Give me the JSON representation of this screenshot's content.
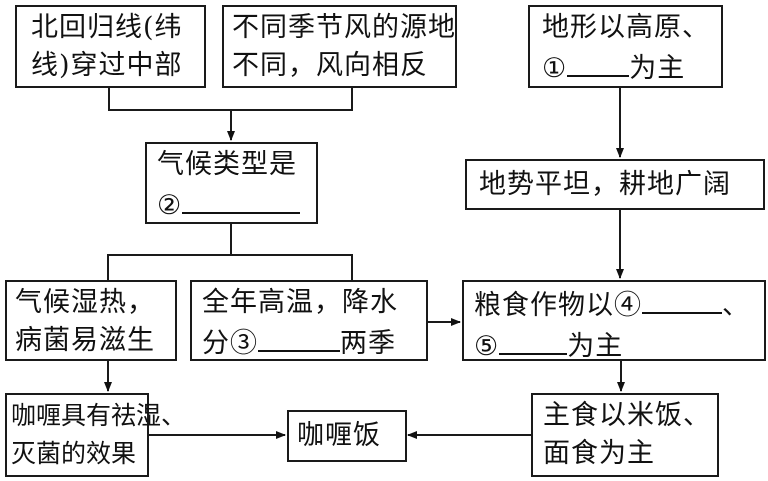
{
  "diagram": {
    "nodes": {
      "tropic": {
        "lines": [
          "北回归线(纬",
          "线)穿过中部"
        ]
      },
      "monsoon": {
        "lines": [
          "不同季节风的源地",
          "不同，风向相反"
        ]
      },
      "terrain": {
        "line1": "地形以高原、",
        "line2_prefix": "①",
        "line2_suffix": "为主"
      },
      "climate": {
        "line1": "气候类型是",
        "line2_prefix": "②"
      },
      "flat": {
        "lines": [
          "地势平坦，耕地广阔"
        ]
      },
      "humid": {
        "lines": [
          "气候湿热，",
          "病菌易滋生"
        ]
      },
      "temp": {
        "line1": "全年高温，降水",
        "line2_prefix": "分③",
        "line2_suffix": "两季"
      },
      "crops": {
        "line1_prefix": "粮食作物以④",
        "line1_suffix": "、",
        "line2_prefix": "⑤",
        "line2_suffix": "为主"
      },
      "curry_effect": {
        "lines": [
          "咖喱具有祛湿、",
          "灭菌的效果"
        ]
      },
      "curry_rice": {
        "lines": [
          "咖喱饭"
        ]
      },
      "staple": {
        "lines": [
          "主食以米饭、",
          "面食为主"
        ]
      }
    },
    "edges": [
      [
        "tropic",
        "climate"
      ],
      [
        "monsoon",
        "climate"
      ],
      [
        "terrain",
        "flat"
      ],
      [
        "flat",
        "crops"
      ],
      [
        "climate",
        "humid"
      ],
      [
        "climate",
        "temp"
      ],
      [
        "temp",
        "crops"
      ],
      [
        "humid",
        "curry_effect"
      ],
      [
        "crops",
        "staple"
      ],
      [
        "curry_effect",
        "curry_rice"
      ],
      [
        "staple",
        "curry_rice"
      ]
    ]
  }
}
